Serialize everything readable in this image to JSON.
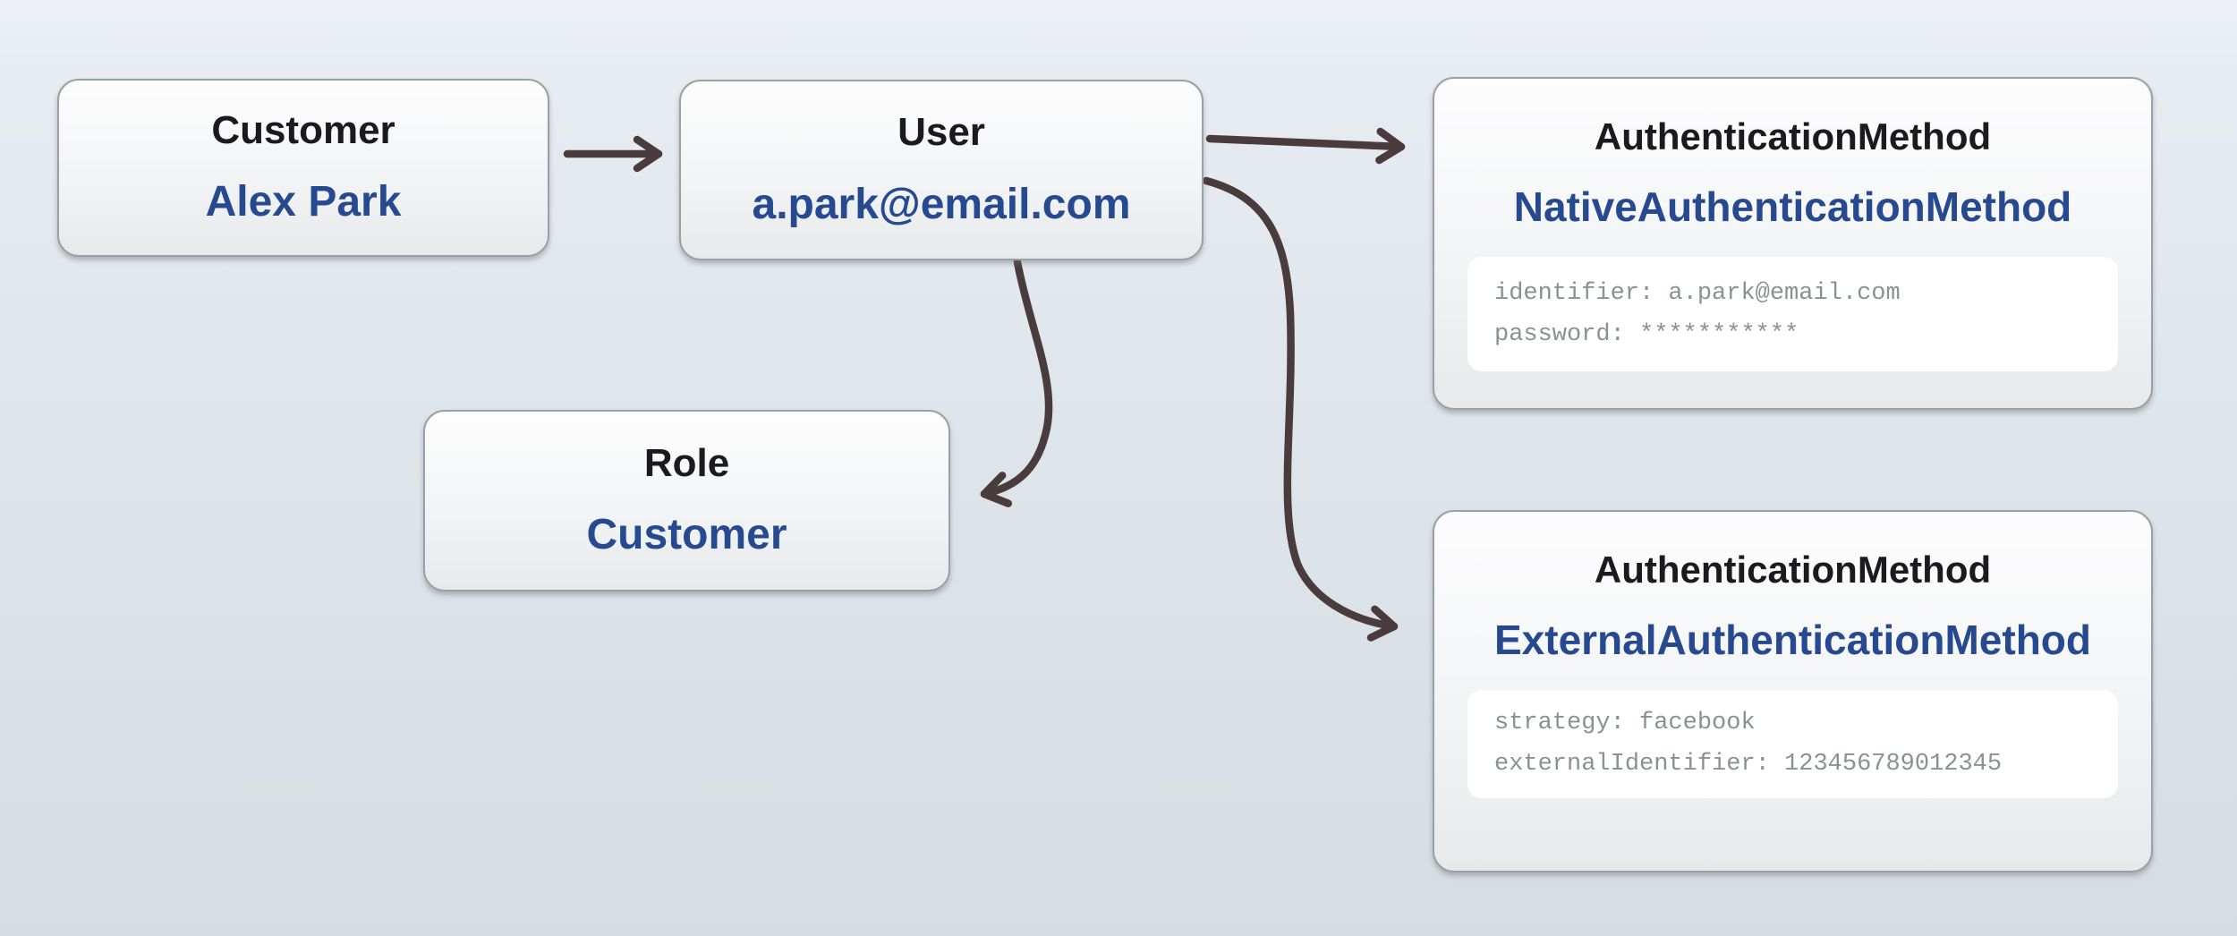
{
  "diagram": {
    "colors": {
      "accent_navy": "#27498f",
      "title_black": "#1b1b1d",
      "arrow_brown": "#4a3c3c",
      "attribute_gray": "#8b9094",
      "box_border_gray": "#98a2a6",
      "background_blue_gray": "#dfe6ec"
    },
    "nodes": {
      "customer": {
        "title": "Customer",
        "value": "Alex Park"
      },
      "user": {
        "title": "User",
        "value": "a.park@email.com"
      },
      "role": {
        "title": "Role",
        "value": "Customer"
      },
      "native_auth": {
        "title": "AuthenticationMethod",
        "subtitle": "NativeAuthenticationMethod",
        "line1": "identifier: a.park@email.com",
        "line2": "password: ***********"
      },
      "external_auth": {
        "title": "AuthenticationMethod",
        "subtitle": "ExternalAuthenticationMethod",
        "line1": "strategy: facebook",
        "line2": "externalIdentifier: 123456789012345"
      }
    },
    "edges": [
      {
        "from": "customer",
        "to": "user"
      },
      {
        "from": "user",
        "to": "native_auth"
      },
      {
        "from": "user",
        "to": "role"
      },
      {
        "from": "user",
        "to": "external_auth"
      }
    ]
  }
}
